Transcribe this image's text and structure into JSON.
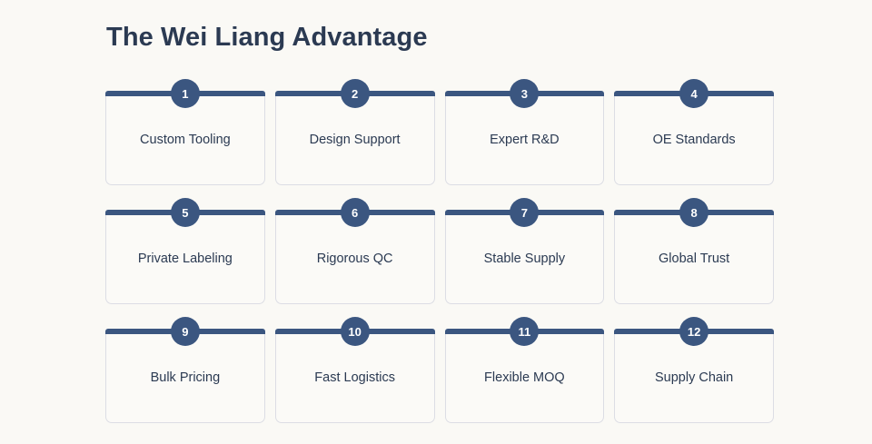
{
  "header": {
    "title": "The Wei Liang Advantage"
  },
  "theme": {
    "page_background": "#faf9f5",
    "card_background": "#fbfaf7",
    "accent": "#3b5680",
    "text": "#2b3a52",
    "card_border": "#dcdde4",
    "badge_text": "#ffffff"
  },
  "grid": {
    "columns": 4,
    "rows": 3,
    "cards": [
      {
        "number": "1",
        "label": "Custom Tooling"
      },
      {
        "number": "2",
        "label": "Design Support"
      },
      {
        "number": "3",
        "label": "Expert R&D"
      },
      {
        "number": "4",
        "label": "OE Standards"
      },
      {
        "number": "5",
        "label": "Private Labeling"
      },
      {
        "number": "6",
        "label": "Rigorous QC"
      },
      {
        "number": "7",
        "label": "Stable Supply"
      },
      {
        "number": "8",
        "label": "Global Trust"
      },
      {
        "number": "9",
        "label": "Bulk Pricing"
      },
      {
        "number": "10",
        "label": "Fast Logistics"
      },
      {
        "number": "11",
        "label": "Flexible MOQ"
      },
      {
        "number": "12",
        "label": "Supply Chain"
      }
    ]
  }
}
